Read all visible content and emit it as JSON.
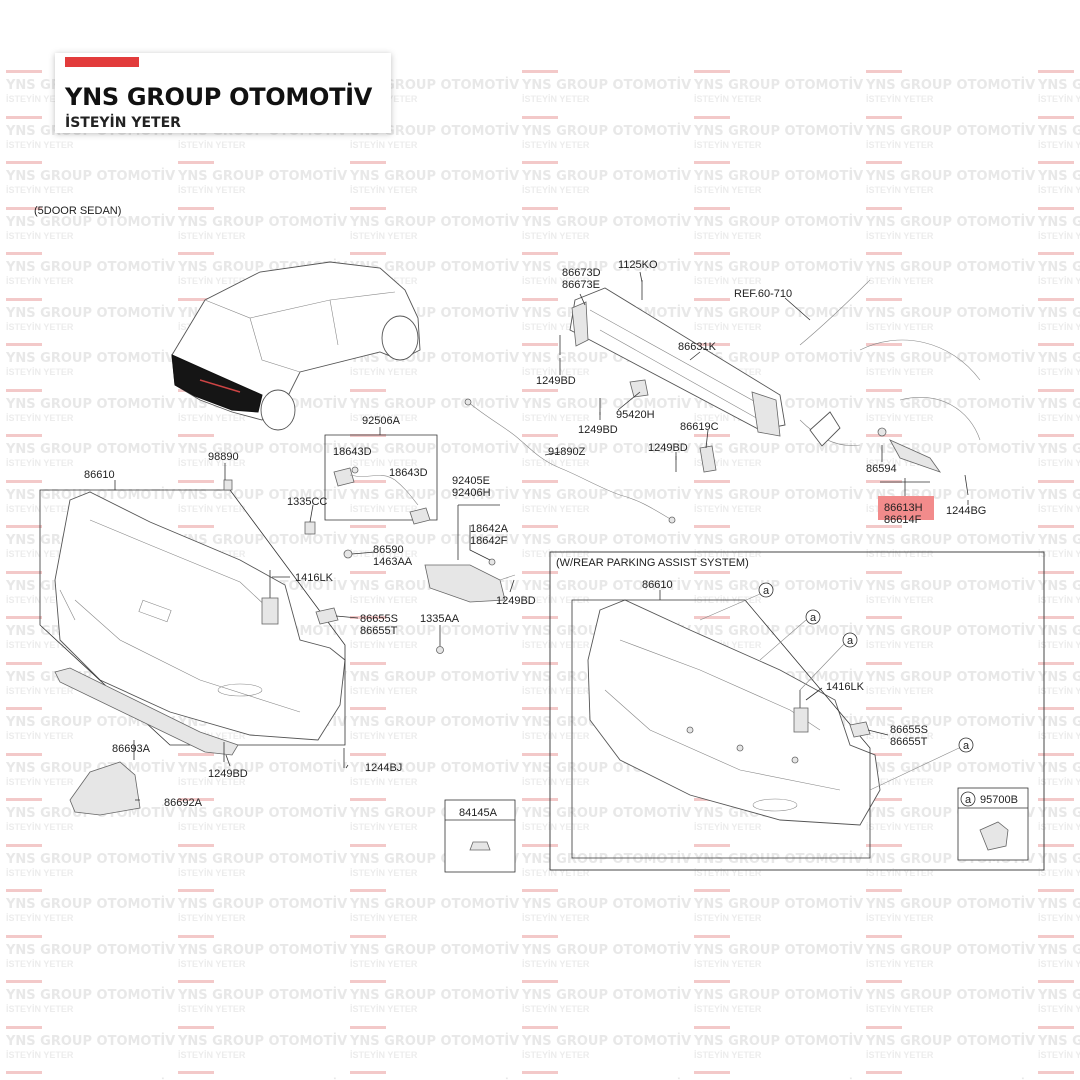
{
  "brand": {
    "name": "YNS GROUP OTOMOTİV",
    "slogan": "İSTEYİN YETER",
    "accent_color": "#e23b3b"
  },
  "watermark": {
    "line1": "YNS GROUP OTOMOTİV",
    "line2": "İSTEYİN YETER"
  },
  "diagram": {
    "variant_label": "(5DOOR SEDAN)",
    "inset_title": "(W/REAR PARKING ASSIST SYSTEM)",
    "reference": "REF.60-710",
    "highlight_color": "#f28b8b",
    "labels": {
      "p86610": "86610",
      "p98890": "98890",
      "p1335CC": "1335CC",
      "p92506A": "92506A",
      "p18643D_a": "18643D",
      "p18643D_b": "18643D",
      "p86590": "86590",
      "p1463AA": "1463AA",
      "p1416LK": "1416LK",
      "p86655S": "86655S",
      "p86655T": "86655T",
      "p1335AA": "1335AA",
      "p92405E": "92405E",
      "p92406H": "92406H",
      "p18642A": "18642A",
      "p18642F": "18642F",
      "p1249BD_a": "1249BD",
      "p86693A": "86693A",
      "p1249BD_b": "1249BD",
      "p1244BJ": "1244BJ",
      "p86692A": "86692A",
      "p84145A": "84145A",
      "p86673D": "86673D",
      "p86673E": "86673E",
      "p1125KO": "1125KO",
      "p1249BD_c": "1249BD",
      "p86631K": "86631K",
      "p95420H": "95420H",
      "p1249BD_d": "1249BD",
      "p91890Z": "91890Z",
      "p1249BD_e": "1249BD",
      "p86619C": "86619C",
      "p86594": "86594",
      "p86613H": "86613H",
      "p86614F": "86614F",
      "p1244BG": "1244BG",
      "i86610": "86610",
      "i1416LK": "1416LK",
      "i86655S": "86655S",
      "i86655T": "86655T",
      "i95700B": "95700B",
      "circle_a": "a"
    }
  }
}
